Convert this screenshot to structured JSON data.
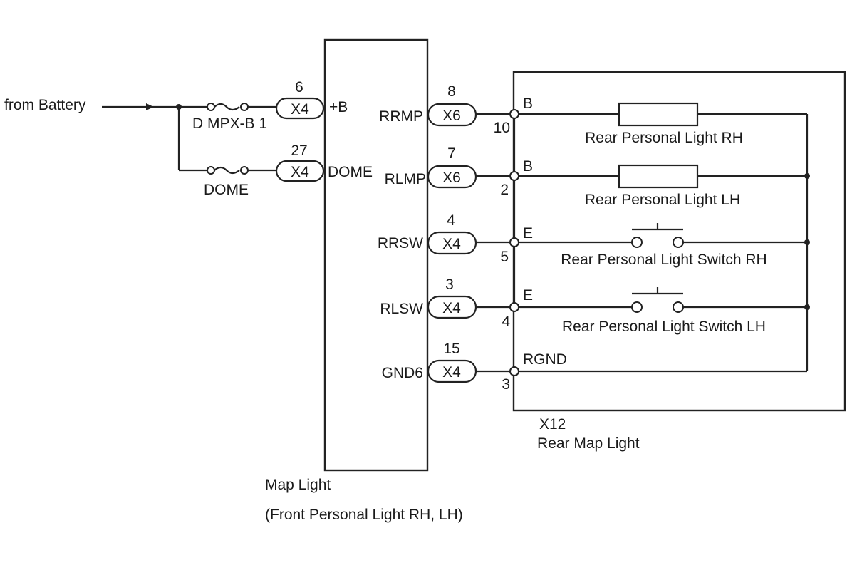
{
  "source": {
    "label": "from Battery"
  },
  "fuses": [
    {
      "name": "D MPX-B 1"
    },
    {
      "name": "DOME"
    }
  ],
  "map_light": {
    "title": "Map Light",
    "subtitle": "(Front Personal Light RH, LH)",
    "inputs": [
      {
        "connector": "X4",
        "pin": "6",
        "terminal": "+B"
      },
      {
        "connector": "X4",
        "pin": "27",
        "terminal": "DOME"
      }
    ],
    "outputs": [
      {
        "terminal": "RRMP",
        "connector": "X6",
        "pin": "8"
      },
      {
        "terminal": "RLMP",
        "connector": "X6",
        "pin": "7"
      },
      {
        "terminal": "RRSW",
        "connector": "X4",
        "pin": "4"
      },
      {
        "terminal": "RLSW",
        "connector": "X4",
        "pin": "3"
      },
      {
        "terminal": "GND6",
        "connector": "X4",
        "pin": "15"
      }
    ]
  },
  "rear_map_light": {
    "connector_id": "X12",
    "title": "Rear Map Light",
    "terminals": [
      {
        "name": "B",
        "pin": "10"
      },
      {
        "name": "B",
        "pin": "2"
      },
      {
        "name": "E",
        "pin": "5"
      },
      {
        "name": "E",
        "pin": "4"
      },
      {
        "name": "RGND",
        "pin": "3"
      }
    ],
    "components": [
      {
        "label": "Rear Personal Light RH",
        "kind": "resistor"
      },
      {
        "label": "Rear Personal Light LH",
        "kind": "resistor"
      },
      {
        "label": "Rear Personal Light Switch RH",
        "kind": "switch"
      },
      {
        "label": "Rear Personal Light Switch LH",
        "kind": "switch"
      }
    ]
  }
}
